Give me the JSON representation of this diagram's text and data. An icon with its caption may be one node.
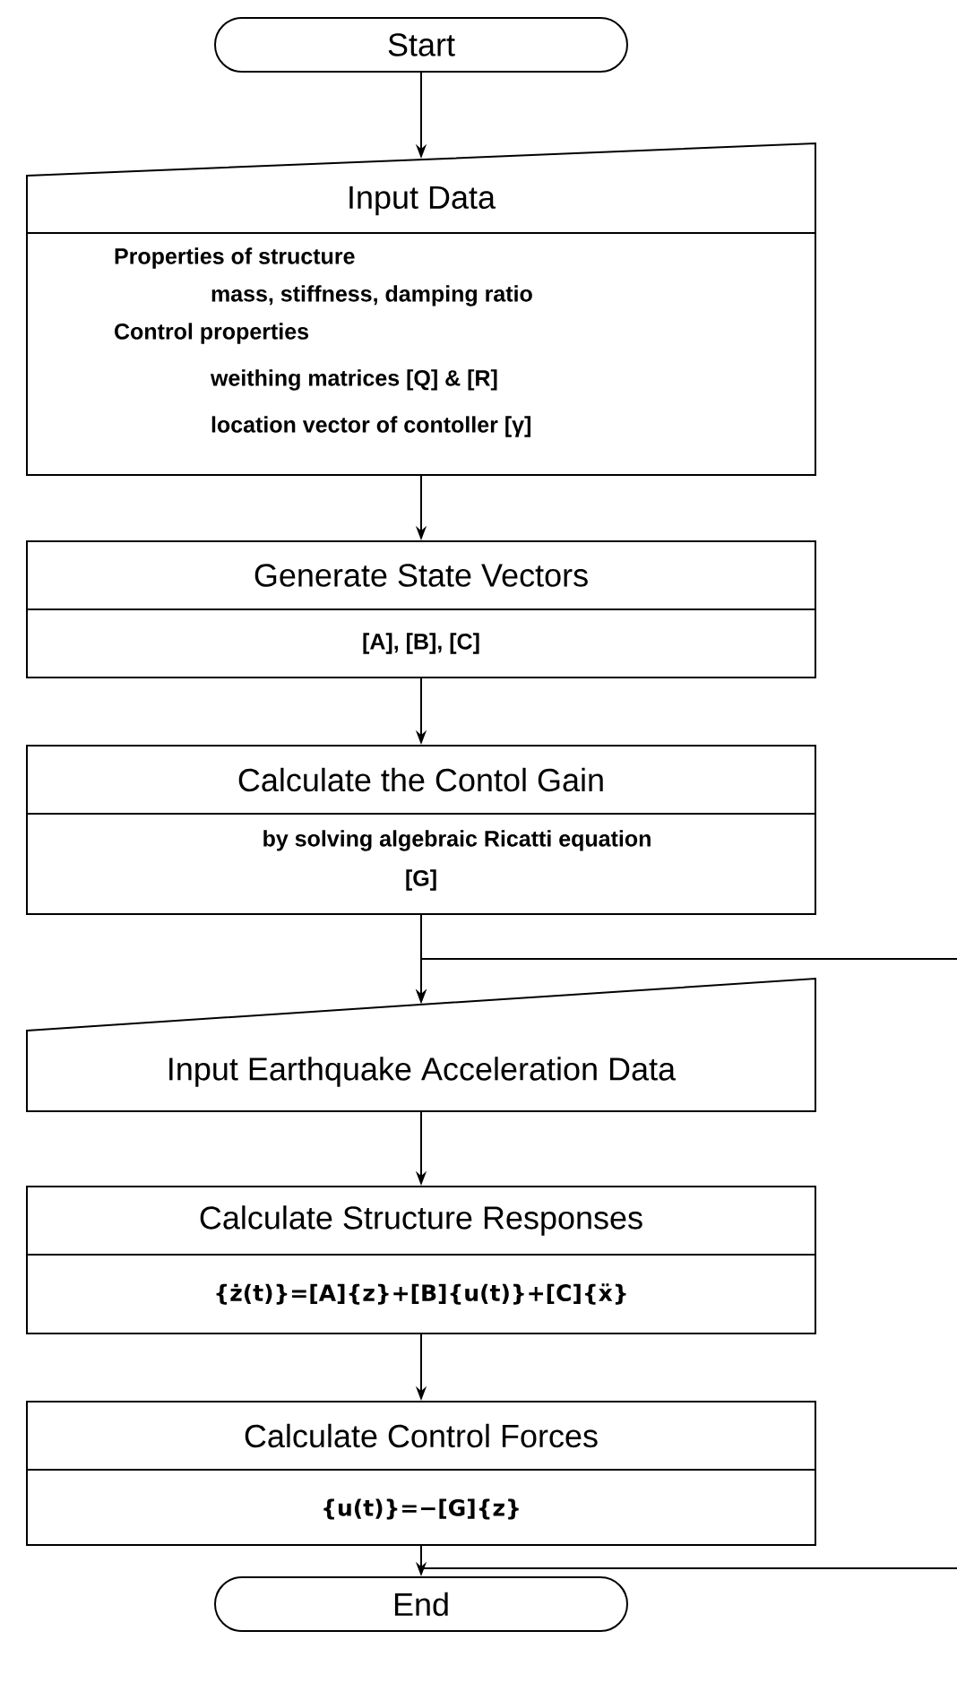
{
  "diagram": {
    "nodes": [
      {
        "text": [
          "Start"
        ]
      },
      {
        "text": [
          "Input Data",
          "Properties of structure",
          "mass, stiffness, damping ratio",
          "Control properties",
          "weithing matrices [Q] & [R]",
          "location vector of contoller [γ]"
        ]
      },
      {
        "text": [
          "Generate State Vectors",
          "[A], [B], [C]"
        ]
      },
      {
        "text": [
          "Calculate the Contol Gain",
          "by solving algebraic Ricatti equation",
          "[G]"
        ]
      },
      {
        "text": [
          "Input Earthquake Acceleration Data"
        ]
      },
      {
        "text": [
          "Calculate Structure Responses",
          "{ż(t)}=[A]{z}+[B]{u(t)}+[C]{ẍ}"
        ]
      },
      {
        "text": [
          "Calculate Control Forces",
          "{u(t)}=−[G]{z}"
        ]
      },
      {
        "text": [
          "End"
        ]
      }
    ],
    "edges": [
      {
        "from": 0,
        "to": 1,
        "arrow": "to"
      },
      {
        "from": 1,
        "to": 2,
        "arrow": "to"
      },
      {
        "from": 2,
        "to": 3,
        "arrow": "to"
      },
      {
        "from": 3,
        "to": 4,
        "arrow": "to"
      },
      {
        "from": 4,
        "to": 5,
        "arrow": "to"
      },
      {
        "from": 5,
        "to": 6,
        "arrow": "to"
      },
      {
        "from": 6,
        "to": 7,
        "arrow": "to"
      },
      {
        "from": 6,
        "to": null,
        "arrow": "none"
      },
      {
        "from": null,
        "to": 4,
        "arrow": "to"
      }
    ]
  }
}
